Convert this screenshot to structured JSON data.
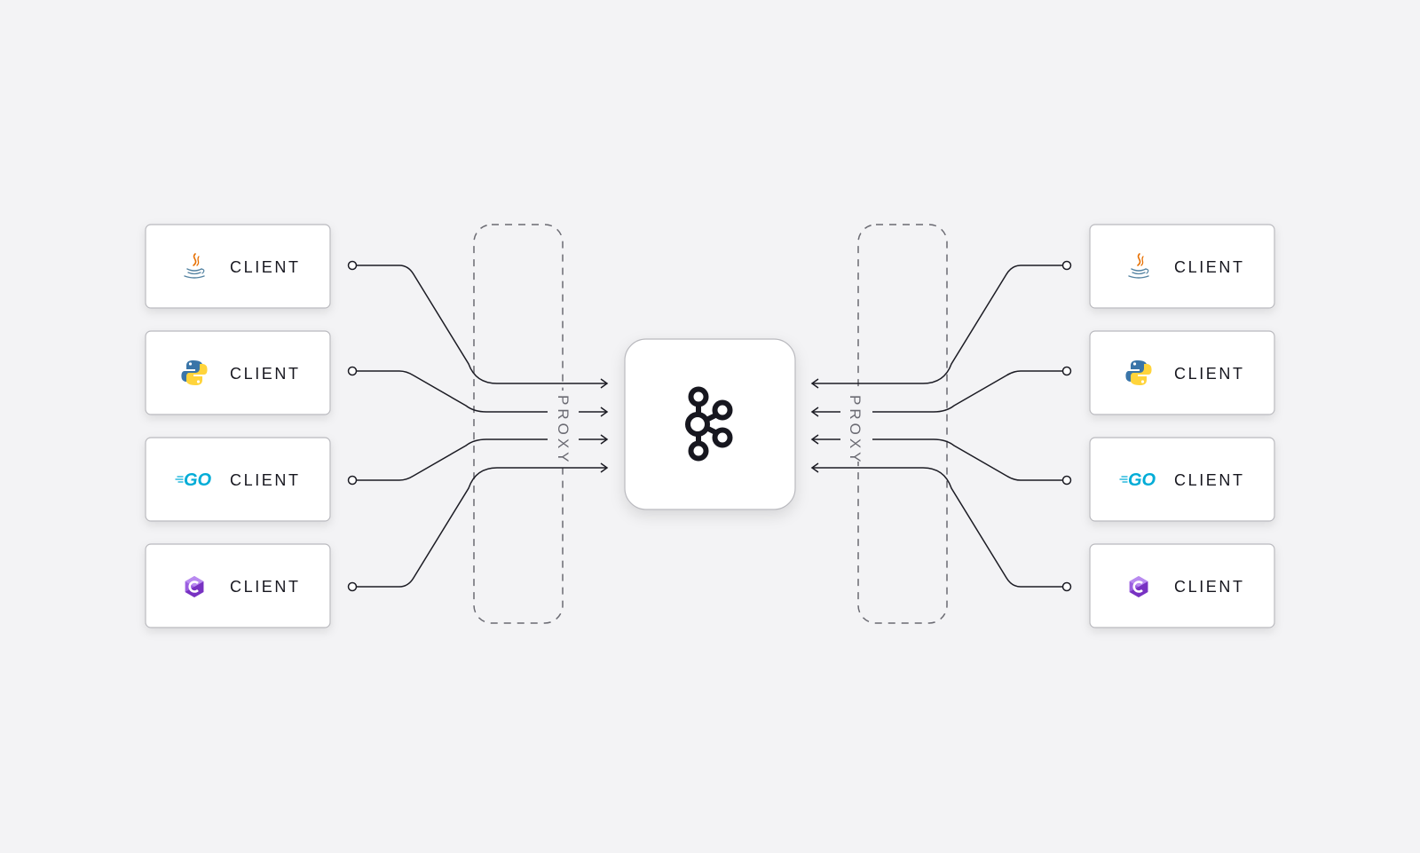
{
  "diagram": {
    "left_clients": [
      {
        "label": "CLIENT",
        "icon": "java-icon"
      },
      {
        "label": "CLIENT",
        "icon": "python-icon"
      },
      {
        "label": "CLIENT",
        "icon": "go-icon"
      },
      {
        "label": "CLIENT",
        "icon": "csharp-icon"
      }
    ],
    "right_clients": [
      {
        "label": "CLIENT",
        "icon": "java-icon"
      },
      {
        "label": "CLIENT",
        "icon": "python-icon"
      },
      {
        "label": "CLIENT",
        "icon": "go-icon"
      },
      {
        "label": "CLIENT",
        "icon": "csharp-icon"
      }
    ],
    "left_proxy_label": "PROXY",
    "right_proxy_label": "PROXY",
    "center_icon": "kafka-icon",
    "colors": {
      "background": "#f3f3f5",
      "line": "#1c1c24",
      "proxy_border": "#6a6a72",
      "java_flame": "#e76f00",
      "java_cup": "#5382a1",
      "python_blue": "#3a75a8",
      "python_yellow": "#ffd43b",
      "go": "#00acd7",
      "csharp_purple": "#6a1fb5"
    }
  }
}
